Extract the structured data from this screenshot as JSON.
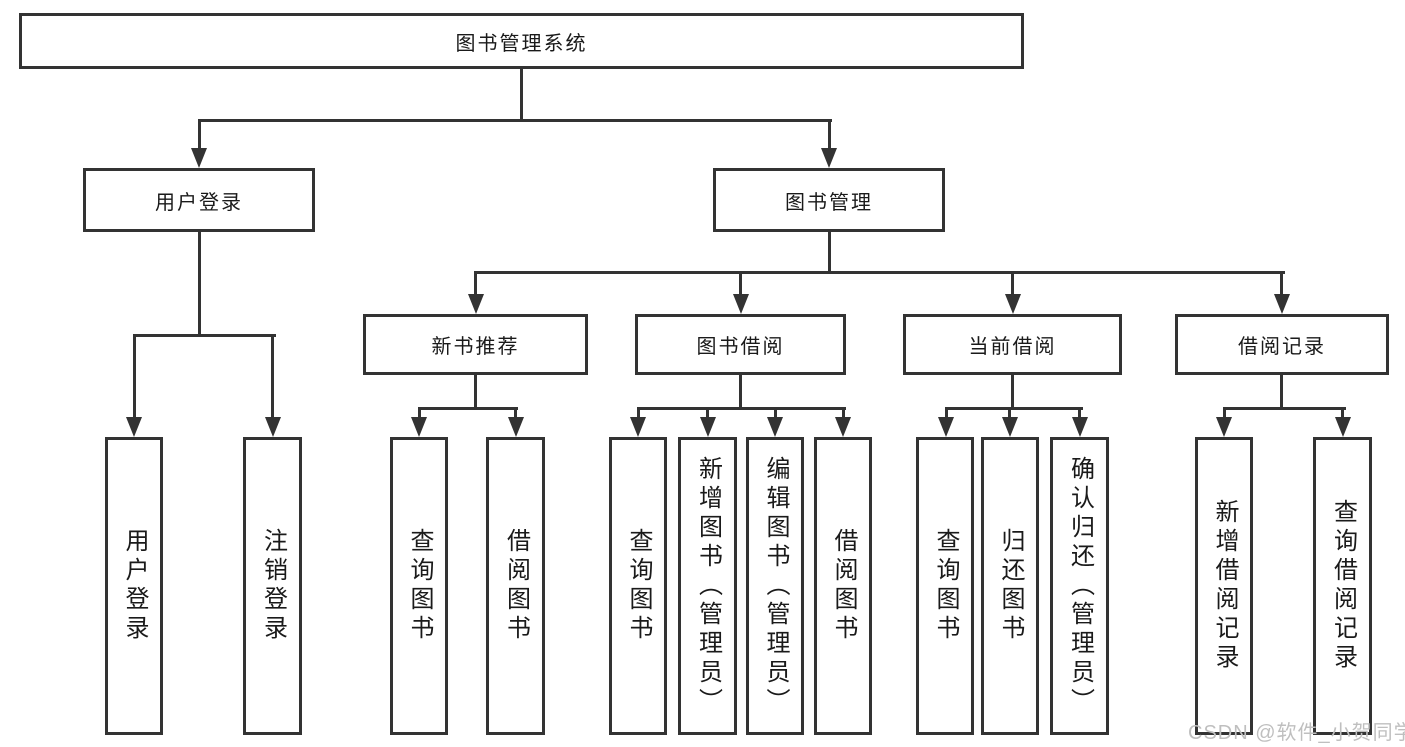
{
  "tree": {
    "root": "图书管理系统",
    "branches": [
      {
        "label": "用户登录",
        "children": [
          "用户登录",
          "注销登录"
        ]
      },
      {
        "label": "图书管理",
        "groups": [
          {
            "label": "新书推荐",
            "children": [
              "查询图书",
              "借阅图书"
            ]
          },
          {
            "label": "图书借阅",
            "children": [
              "查询图书",
              "新增图书（管理员）",
              "编辑图书（管理员）",
              "借阅图书"
            ]
          },
          {
            "label": "当前借阅",
            "children": [
              "查询图书",
              "归还图书",
              "确认归还（管理员）"
            ]
          },
          {
            "label": "借阅记录",
            "children": [
              "新增借阅记录",
              "查询借阅记录"
            ]
          }
        ]
      }
    ]
  },
  "watermark": "CSDN @软件_小贺同学",
  "colors": {
    "line": "#333333",
    "text": "#1a1a1a",
    "watermark": "#bfbfbf",
    "background": "#ffffff"
  }
}
